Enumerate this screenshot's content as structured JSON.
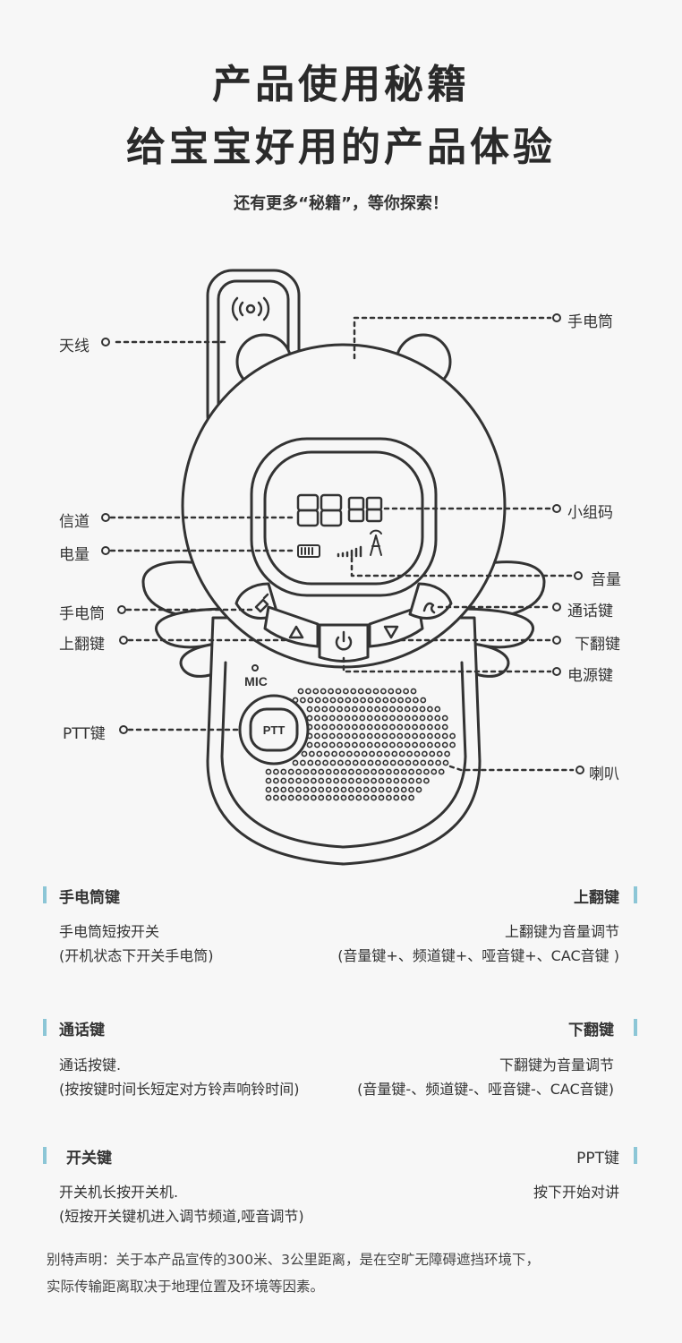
{
  "header": {
    "title_line1": "产品使用秘籍",
    "title_line2": "给宝宝好用的产品体验",
    "subtitle": "还有更多“秘籍”，等你探索！"
  },
  "device": {
    "display_digits_big": "88",
    "display_digits_small": "88",
    "mic_label": "MIC",
    "ptt_label": "PTT"
  },
  "callouts": {
    "antenna": "天线",
    "flashlight_top": "手电筒",
    "channel": "信道",
    "battery": "电量",
    "group_code": "小组码",
    "volume": "音量",
    "flashlight_btn": "手电筒",
    "call_key": "通话键",
    "up_key": "上翻键",
    "down_key": "下翻键",
    "power_key": "电源键",
    "ptt_key": "PTT键",
    "speaker": "喇叭"
  },
  "sections": [
    {
      "title": "手电筒键",
      "line1": "手电筒短按开关",
      "line2": "(开机状态下开关手电筒)"
    },
    {
      "title": "上翻键",
      "line1": "上翻键为音量调节",
      "line2": "(音量键+、频道键+、哑音键+、CAC音键 )"
    },
    {
      "title": "通话键",
      "line1": "通话按键.",
      "line2": "(按按键时间长短定对方铃声响铃时间)"
    },
    {
      "title": "下翻键",
      "line1": "下翻键为音量调节",
      "line2": "(音量键-、频道键-、哑音键-、CAC音键)"
    },
    {
      "title": "开关键",
      "line1": "开关机长按开关机.",
      "line2": "(短按开关键机进入调节频道,哑音调节)"
    },
    {
      "title": "PPT键",
      "line1": "按下开始对讲",
      "line2": ""
    }
  ],
  "footer": {
    "line1": "别特声明：关于本产品宣传的300米、3公里距离，是在空旷无障碍遮挡环境下，",
    "line2": "实际传输距离取决于地理位置及环境等因素。"
  },
  "colors": {
    "accent": "#8cc6d6",
    "outline": "#333333",
    "background": "#f7f7f7"
  }
}
